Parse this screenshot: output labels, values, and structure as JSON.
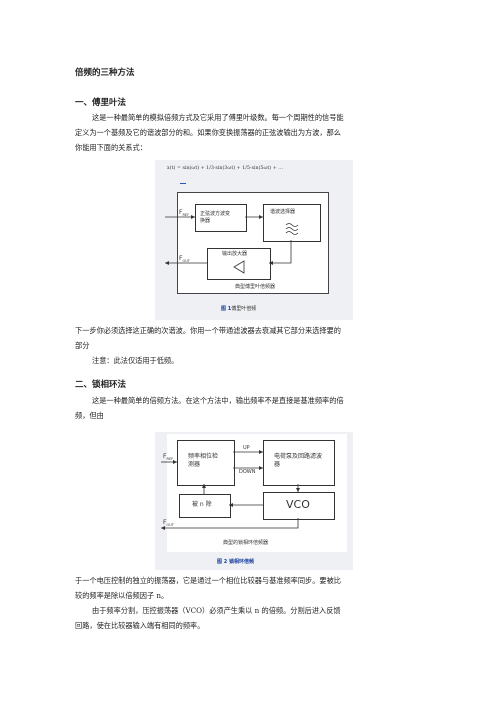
{
  "doc": {
    "title": "倍频的三种方法",
    "section1": {
      "heading": "一、傅里叶法",
      "para1_line1": "这是一种最简单的模拟倍频方式及它采用了傅里叶级数。每一个周期性的信号能",
      "para1_line2": "定义为一个基频及它的谐波部分的和。如果你变换振荡器的正弦波输出为方波，那么",
      "para1_line3": "你能用下面的关系式：",
      "formula": "x(t) = sin(ωt) + 1/3·sin(3ωt) + 1/5·sin(5ωt) + …",
      "para2_line1": "下一步你必须选择这正确的次谐波。你用一个带通滤波器去衰减其它部分来选择要的",
      "para2_line2": "部分",
      "note": "注意：此法仅适用于低频。"
    },
    "figure1": {
      "fref": "F",
      "fref_sub": "REF",
      "fout": "F",
      "fout_sub": "OUT",
      "box_sine_square": "正弦波方波变换器",
      "box_filter": "谐波选择器",
      "box_amp": "输出放大器",
      "inner_caption": "典型傅里叶倍频器",
      "num": "图 1",
      "caption": "傅里叶倍频"
    },
    "section2": {
      "heading": "二、锁相环法",
      "para1_line1": "这是一种最简单的倍频方法。在这个方法中，输出频率不是直接是基准频率的倍",
      "para1_line2": "频，但由",
      "para2_line1": "于一个电压控制的独立的振荡器，它是通过一个相位比较器与基准频率同步。要被比",
      "para2_line2": "较的频率是除以倍频因子  n。",
      "para3_line1": "由于频率分割，压控振荡器（VCO）必须产生乘以   n  的倍频。分割后进入反馈",
      "para3_line2": "回路，使在比较器输入端有相同的频率。"
    },
    "figure2": {
      "fref": "F",
      "fref_sub": "REF",
      "fout": "F",
      "fout_sub": "OUT",
      "box_pd": "频率相位检测器",
      "box_cp": "电荷泵及回路滤波器",
      "box_div": "被 n 除",
      "box_vco": "VCO",
      "up": "UP",
      "down": "DOWN",
      "inner_caption": "典型的锁相环倍频器",
      "caption": "图 2 锁相环倍频"
    }
  }
}
